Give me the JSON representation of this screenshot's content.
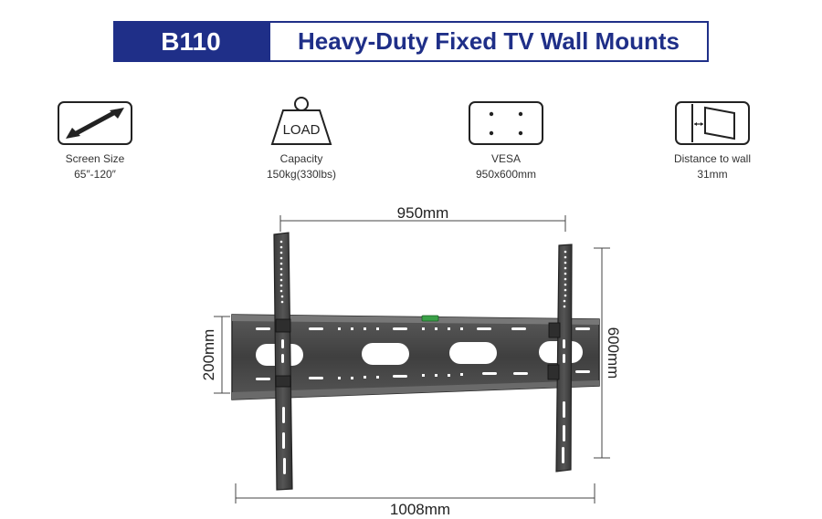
{
  "header": {
    "model": "B110",
    "title": "Heavy-Duty Fixed TV Wall Mounts"
  },
  "specs": [
    {
      "icon": "double-arrow-icon",
      "label": "Screen Size",
      "value": "65″-120″"
    },
    {
      "icon": "load-weight-icon",
      "icon_text": "LOAD",
      "label": "Capacity",
      "value": "150kg(330lbs)"
    },
    {
      "icon": "vesa-pattern-icon",
      "label": "VESA",
      "value": "950x600mm"
    },
    {
      "icon": "wall-distance-icon",
      "label": "Distance to wall",
      "value": "31mm"
    }
  ],
  "dimensions": {
    "top_width": "950mm",
    "bottom_width": "1008mm",
    "left_height": "200mm",
    "right_height": "600mm"
  },
  "colors": {
    "brand_blue": "#1f2f88",
    "mount_metal": "#4a4a4a"
  }
}
